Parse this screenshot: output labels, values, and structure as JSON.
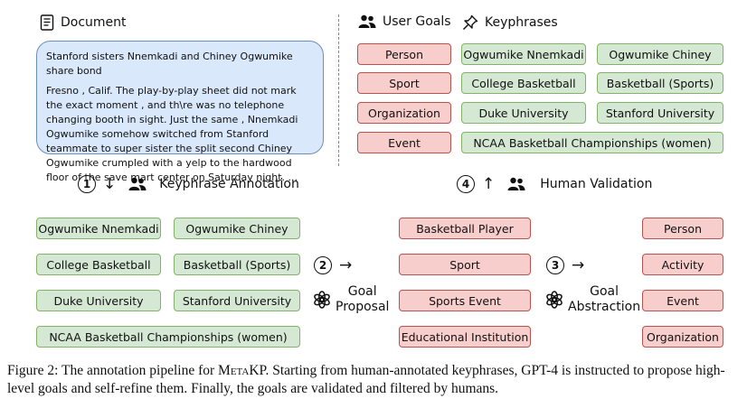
{
  "document": {
    "header": "Document",
    "title": "Stanford sisters Nnemkadi and Chiney Ogwumike share bond",
    "body": "Fresno , Calif. The play-by-play sheet did not mark the exact moment , and th\\re was no telephone changing booth in sight. Just the same , Nnemkadi Ogwumike somehow switched from Stanford teammate to super sister the split second Chiney Ogwumike crumpled with a yelp to the hardwood floor of the save mart center on Saturday night. ..."
  },
  "top_right": {
    "user_goals_header": "User Goals",
    "keyphrases_header": "Keyphrases",
    "user_goals": [
      "Person",
      "Sport",
      "Organization",
      "Event"
    ],
    "keyphrases": [
      "Ogwumike Nnemkadi",
      "Ogwumike Chiney",
      "College Basketball",
      "Basketball (Sports)",
      "Duke University",
      "Stanford University",
      "NCAA Basketball Championships (women)"
    ]
  },
  "steps": {
    "step1": {
      "number": "1",
      "arrow": "↓",
      "label": "Keyphrase Annotation"
    },
    "step2": {
      "number": "2",
      "arrow": "→",
      "label_line1": "Goal",
      "label_line2": "Proposal"
    },
    "step3": {
      "number": "3",
      "arrow": "→",
      "label_line1": "Goal",
      "label_line2": "Abstraction"
    },
    "step4": {
      "number": "4",
      "arrow": "↑",
      "label": "Human Validation"
    }
  },
  "bottom": {
    "annotated_keyphrases": [
      "Ogwumike Nnemkadi",
      "Ogwumike Chiney",
      "College Basketball",
      "Basketball (Sports)",
      "Duke University",
      "Stanford University",
      "NCAA Basketball Championships (women)"
    ],
    "proposed_goals": [
      "Basketball Player",
      "Sport",
      "Sports Event",
      "Educational Institution"
    ],
    "abstracted_goals": [
      "Person",
      "Activity",
      "Event",
      "Organization"
    ]
  },
  "caption": {
    "prefix": "Figure 2: The annotation pipeline for ",
    "name_part1": "M",
    "name_part2": "eta",
    "name_part3": "KP",
    "suffix": ". Starting from human-annotated keyphrases, GPT-4 is instructed to propose high-level goals and self-refine them. Finally, the goals are validated and filtered by humans."
  },
  "colors": {
    "green_fill": "#d5e8d4",
    "green_border": "#82b366",
    "red_fill": "#f8cecc",
    "red_border": "#b85450",
    "blue_fill": "#dae8fc",
    "blue_border": "#6c8ebf"
  },
  "icons": [
    "document-icon",
    "users-icon",
    "pin-icon",
    "openai-icon"
  ]
}
